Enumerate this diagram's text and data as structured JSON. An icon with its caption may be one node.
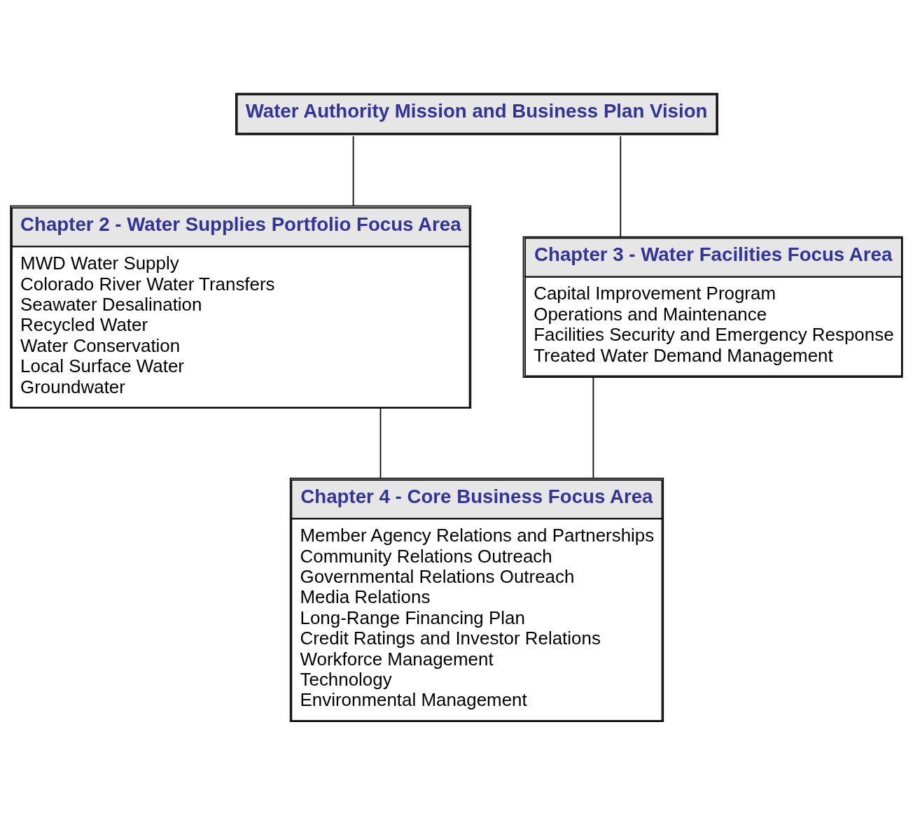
{
  "diagram": {
    "nodes": [
      {
        "text": [
          "Water Authority Mission and Business Plan Vision"
        ]
      },
      {
        "text": [
          "Chapter 2 - Water Supplies Portfolio Focus Area",
          "MWD Water Supply",
          "Colorado River Water Transfers",
          "Seawater Desalination",
          "Recycled Water",
          "Water Conservation",
          "Local Surface Water",
          "Groundwater"
        ]
      },
      {
        "text": [
          "Chapter 3 - Water Facilities Focus Area",
          "Capital Improvement Program",
          "Operations and Maintenance",
          "Facilities Security and Emergency Response",
          "Treated Water Demand Management"
        ]
      },
      {
        "text": [
          "Chapter 4 - Core Business Focus Area",
          "Member Agency Relations and Partnerships",
          "Community Relations Outreach",
          "Governmental Relations Outreach",
          "Media Relations",
          "Long-Range Financing Plan",
          "Credit Ratings and Investor Relations",
          "Workforce Management",
          "Technology",
          "Environmental Management"
        ]
      }
    ],
    "edges": [
      {
        "from": 0,
        "to": 1,
        "arrow": "none"
      },
      {
        "from": 0,
        "to": 2,
        "arrow": "none"
      },
      {
        "from": 1,
        "to": 3,
        "arrow": "none"
      },
      {
        "from": 2,
        "to": 3,
        "arrow": "none"
      }
    ]
  }
}
